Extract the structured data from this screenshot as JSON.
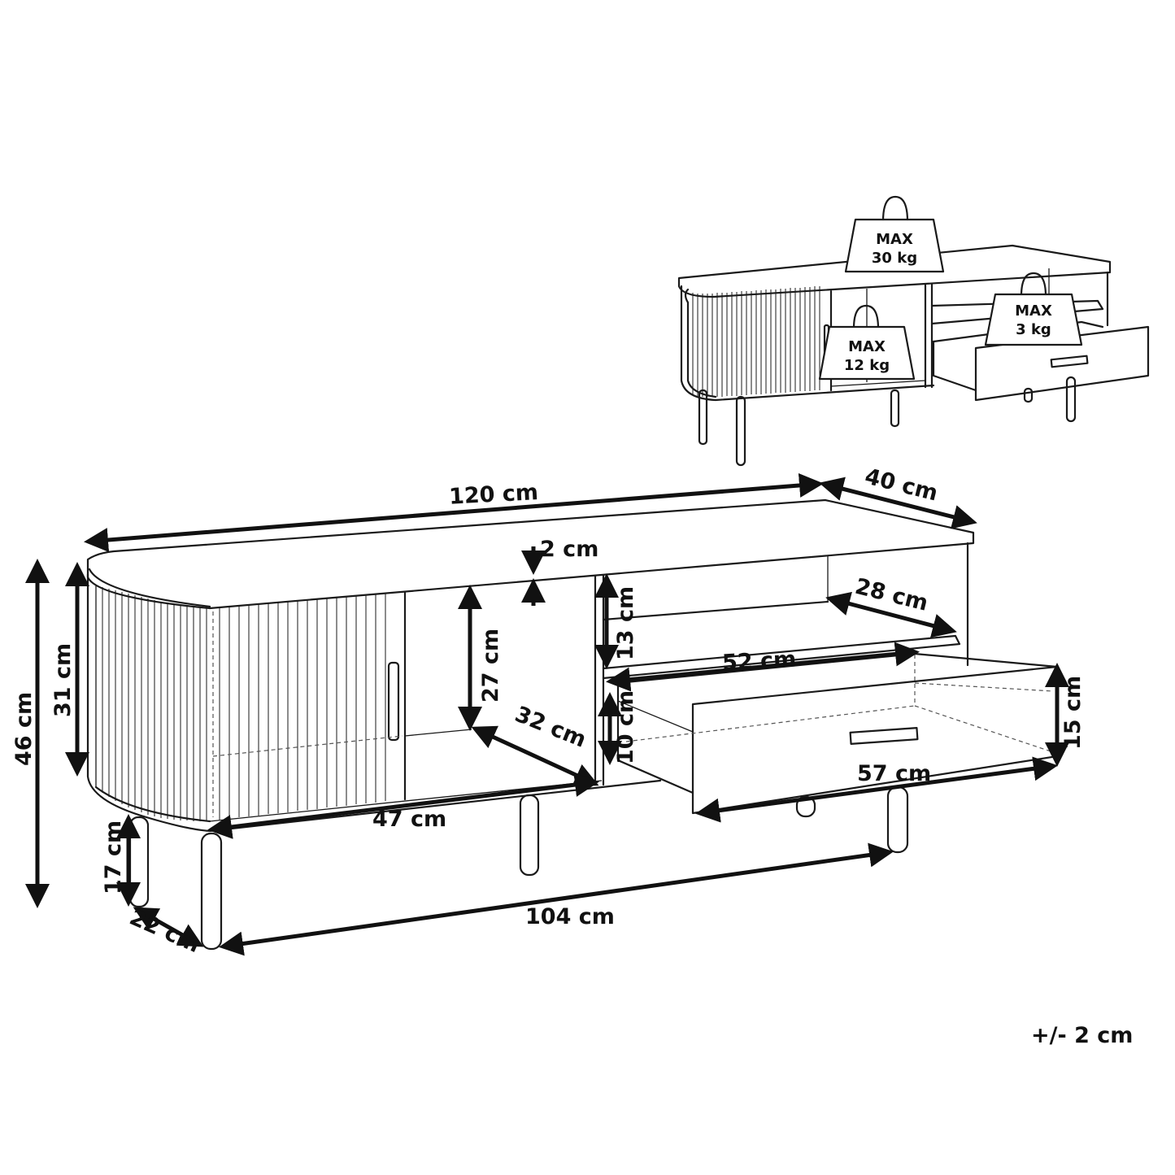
{
  "dimensions": {
    "total_width": "120 cm",
    "depth": "40 cm",
    "top_thickness": "2 cm",
    "shelf_depth": "28 cm",
    "total_height": "46 cm",
    "body_height": "31 cm",
    "compartment_height": "27 cm",
    "open_shelf_height": "13 cm",
    "drawer_depth": "52 cm",
    "drawer_inner_height": "10 cm",
    "drawer_height": "15 cm",
    "compartment_depth": "32 cm",
    "drawer_width": "57 cm",
    "compartment_width": "47 cm",
    "leg_height": "17 cm",
    "leg_depth_spacing": "22 cm",
    "leg_width_spacing": "104 cm"
  },
  "load": {
    "top": {
      "line1": "MAX",
      "line2": "30 kg"
    },
    "shelf": {
      "line1": "MAX",
      "line2": "12 kg"
    },
    "drawer": {
      "line1": "MAX",
      "line2": "3 kg"
    }
  },
  "tolerance": "+/- 2 cm"
}
